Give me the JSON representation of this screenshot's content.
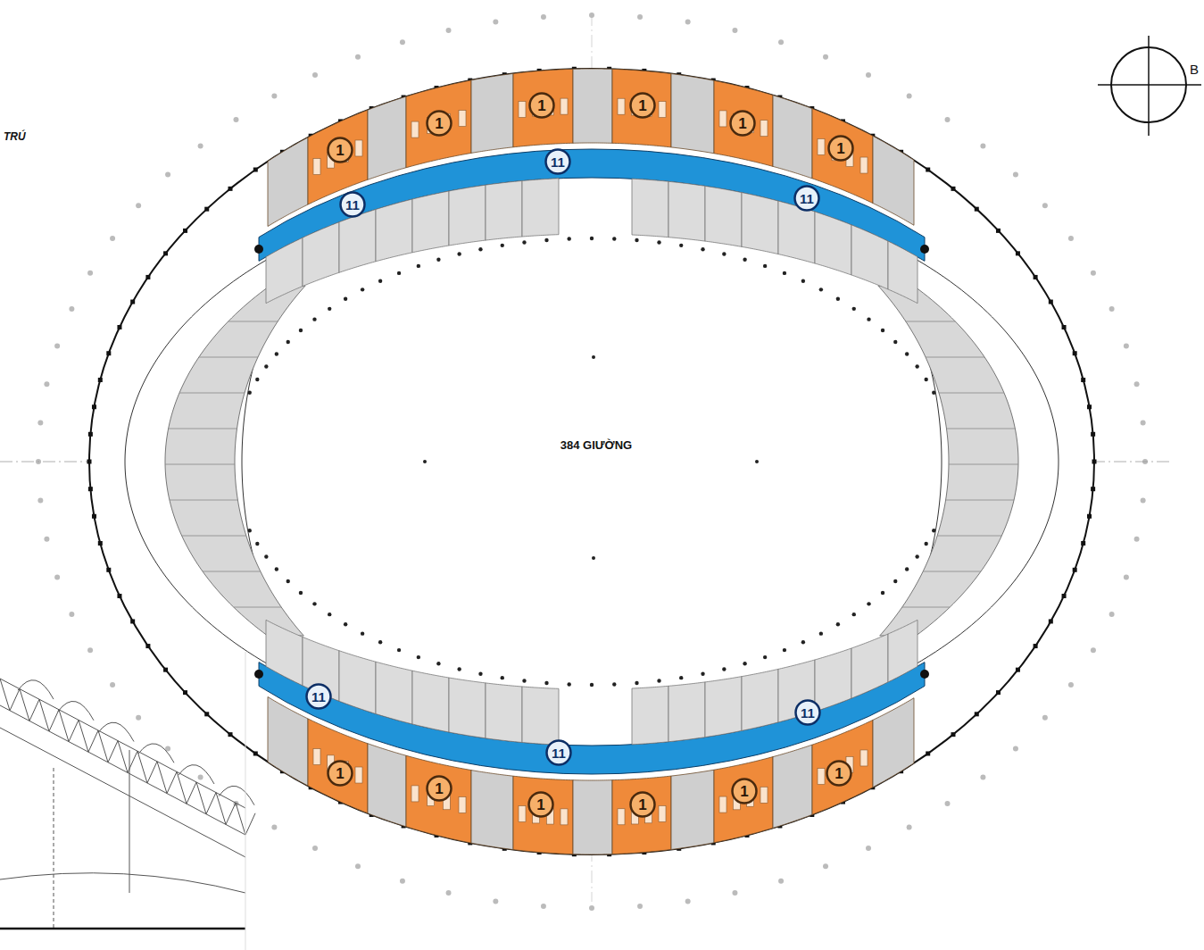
{
  "diagram": {
    "nodes": [
      {
        "text": [
          "1"
        ]
      },
      {
        "text": [
          "1"
        ]
      },
      {
        "text": [
          "1"
        ]
      },
      {
        "text": [
          "1"
        ]
      },
      {
        "text": [
          "1"
        ]
      },
      {
        "text": [
          "1"
        ]
      },
      {
        "text": [
          "11"
        ]
      },
      {
        "text": [
          "11"
        ]
      },
      {
        "text": [
          "11"
        ]
      },
      {
        "text": [
          "11"
        ]
      },
      {
        "text": [
          "11"
        ]
      },
      {
        "text": [
          "11"
        ]
      },
      {
        "text": [
          "1"
        ]
      },
      {
        "text": [
          "1"
        ]
      },
      {
        "text": [
          "1"
        ]
      },
      {
        "text": [
          "1"
        ]
      },
      {
        "text": [
          "1"
        ]
      },
      {
        "text": [
          "1"
        ]
      }
    ],
    "labels": [
      "TRÚ",
      "384 GIƯỜNG",
      "B"
    ]
  }
}
